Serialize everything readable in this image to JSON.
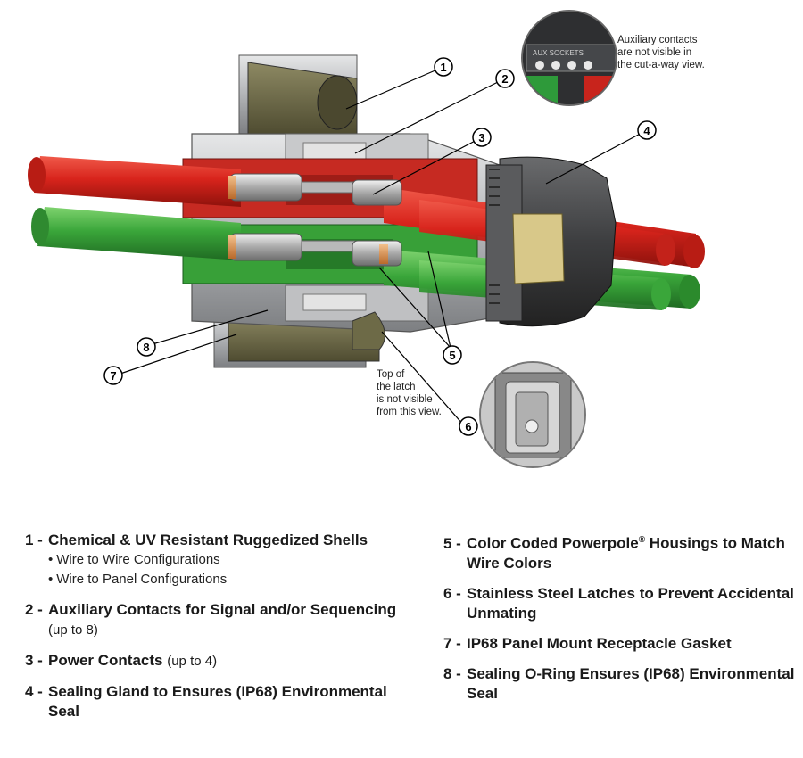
{
  "annotations": {
    "aux_note": [
      "Auxiliary contacts",
      "are not visible in",
      "the cut-a-way view."
    ],
    "latch_note": [
      "Top of",
      "the latch",
      "is not visible",
      "from this view."
    ],
    "aux_label": "AUX SOCKETS"
  },
  "callouts": [
    "1",
    "2",
    "3",
    "4",
    "5",
    "6",
    "7",
    "8"
  ],
  "colors": {
    "red_wire": "#d8241c",
    "green_wire": "#3aa63a",
    "shell_olive": "#6e6a48",
    "housing_gray": "#9a9ca0",
    "gland_dark": "#4a4a4c"
  },
  "legend": {
    "left": [
      {
        "num": "1 -",
        "title": "Chemical & UV Resistant Ruggedized Shells",
        "note": "",
        "subs": [
          "Wire to Wire Configurations",
          "Wire to Panel Configurations"
        ]
      },
      {
        "num": "2 -",
        "title": "Auxiliary Contacts for Signal and/or Sequencing",
        "note": "(up to 8)",
        "subs": []
      },
      {
        "num": "3 -",
        "title": "Power Contacts",
        "note": "(up to 4)",
        "subs": []
      },
      {
        "num": "4 -",
        "title": "Sealing Gland to Ensures (IP68) Environmental Seal",
        "note": "",
        "subs": []
      }
    ],
    "right": [
      {
        "num": "5 -",
        "title_a": "Color Coded Powerpole",
        "sup": "®",
        "title_b": " Housings to Match Wire Colors"
      },
      {
        "num": "6 -",
        "title_a": "Stainless Steel Latches to Prevent Accidental Unmating",
        "sup": "",
        "title_b": ""
      },
      {
        "num": "7 -",
        "title_a": "IP68 Panel Mount Receptacle Gasket",
        "sup": "",
        "title_b": ""
      },
      {
        "num": "8 -",
        "title_a": "Sealing O-Ring Ensures (IP68) Environmental Seal",
        "sup": "",
        "title_b": ""
      }
    ]
  }
}
